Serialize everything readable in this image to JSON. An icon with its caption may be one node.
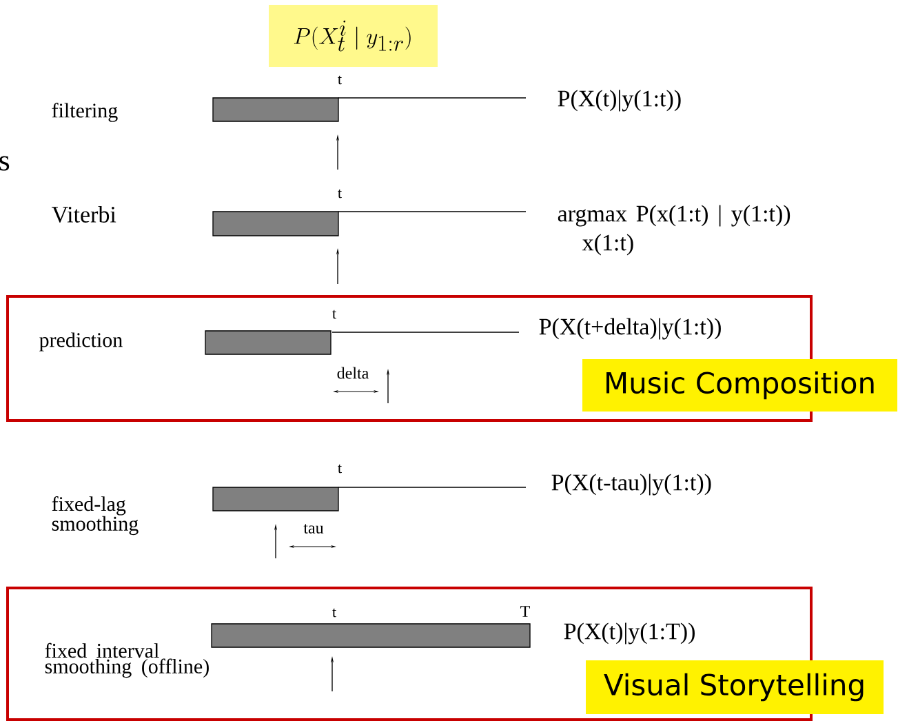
{
  "diagram": {
    "title": "P(X_t^i \\mid y_{1:r})",
    "nodes": [
      {
        "text": [],
        "shape": "bar"
      },
      {
        "text": [],
        "shape": "bar"
      },
      {
        "text": [],
        "shape": "box"
      },
      {
        "text": [],
        "shape": "bar",
        "in": 2
      },
      {
        "text": [
          "Music Composition"
        ]
      },
      {
        "text": [],
        "shape": "bar"
      },
      {
        "text": [],
        "shape": "box"
      },
      {
        "text": [],
        "shape": "bar",
        "in": 6
      },
      {
        "text": [
          "Visual Storytelling"
        ]
      }
    ],
    "labels": [
      "t",
      "filtering",
      "P(X(t)|y(1:t))",
      "s",
      "t",
      "Viterbi",
      "argmax P(x(1:t) | y(1:t))",
      "x(1:t)",
      "t",
      "prediction",
      "P(X(t+delta)|y(1:t))",
      "delta",
      "t",
      "P(X(t-tau)|y(1:t))",
      "fixed-lag smoothing",
      "tau",
      "t",
      "T",
      "fixed interval smoothing (offline)",
      "P(X(t)|y(1:T))"
    ]
  }
}
